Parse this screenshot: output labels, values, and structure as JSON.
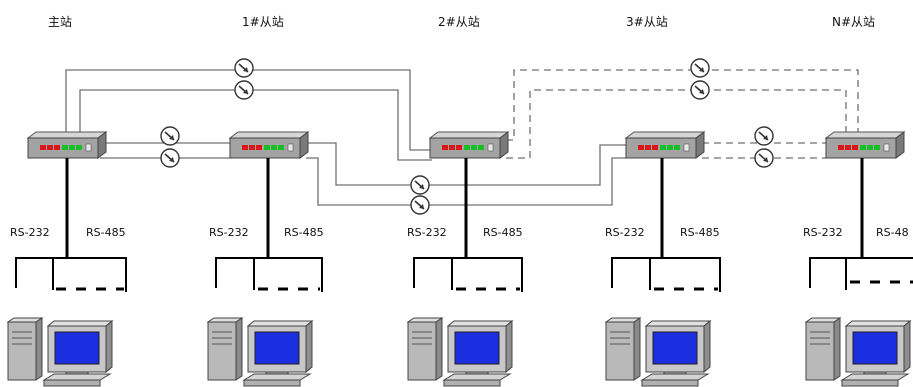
{
  "stations": [
    {
      "name": "主站",
      "left_port": "RS-232",
      "right_port": "RS-485"
    },
    {
      "name": "1#从站",
      "left_port": "RS-232",
      "right_port": "RS-485"
    },
    {
      "name": "2#从站",
      "left_port": "RS-232",
      "right_port": "RS-485"
    },
    {
      "name": "3#从站",
      "left_port": "RS-232",
      "right_port": "RS-485"
    },
    {
      "name": "N#从站",
      "left_port": "RS-232",
      "right_port": "RS-48"
    }
  ],
  "colors": {
    "fiber_line": "#707070",
    "device_body": "#9a9a9a",
    "led_red": "#d81818",
    "led_green": "#18c028",
    "screen_blue": "#1a2fe0",
    "bus_line": "#000000"
  }
}
